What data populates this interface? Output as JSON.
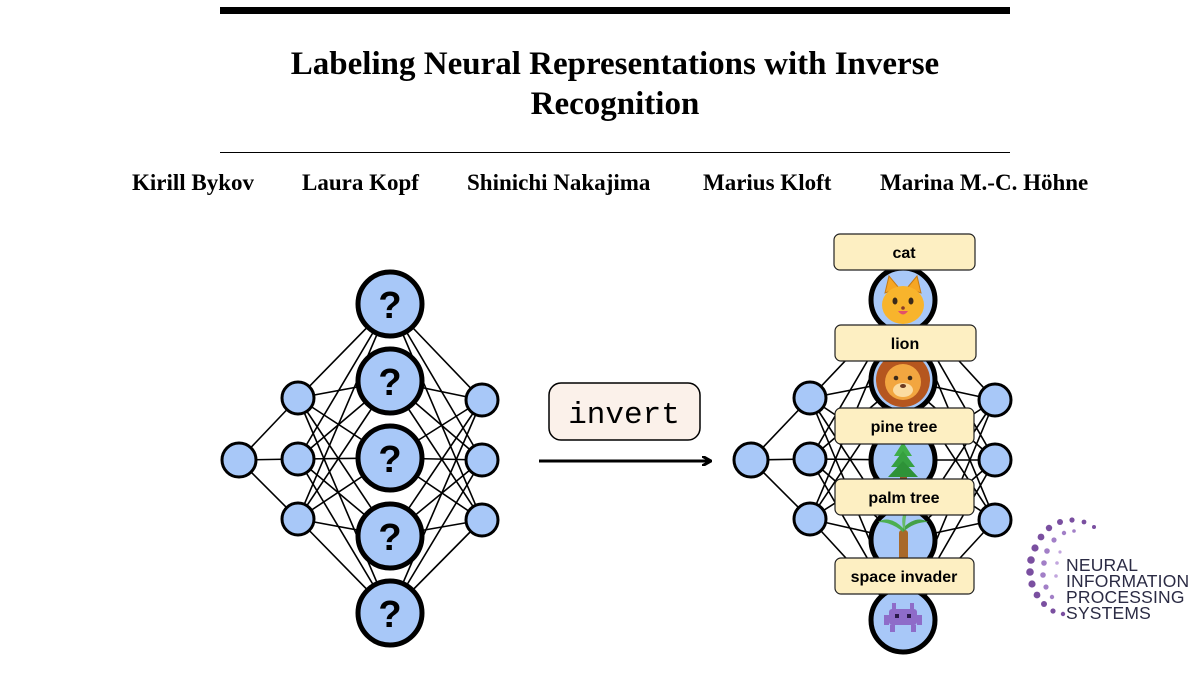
{
  "paper": {
    "title_line1": "Labeling Neural Representations with Inverse",
    "title_line2": "Recognition",
    "authors": [
      "Kirill Bykov",
      "Laura Kopf",
      "Shinichi Nakajima",
      "Marius Kloft",
      "Marina M.-C. Höhne"
    ]
  },
  "figure": {
    "question_mark": "?",
    "arrow_label": "invert",
    "concept_labels": [
      "cat",
      "lion",
      "pine tree",
      "palm tree",
      "space invader"
    ],
    "concept_icons": [
      "cat-face-icon",
      "lion-face-icon",
      "pine-tree-icon",
      "palm-tree-icon",
      "space-invader-icon"
    ],
    "colors": {
      "node_fill": "#a8c8f8",
      "label_fill": "#fdefc2",
      "arrow_label_fill": "#fbf1ea"
    }
  },
  "logo": {
    "lines": [
      "NEURAL",
      "INFORMATION",
      "PROCESSING",
      "SYSTEMS"
    ],
    "color": "#7a4fa0"
  }
}
